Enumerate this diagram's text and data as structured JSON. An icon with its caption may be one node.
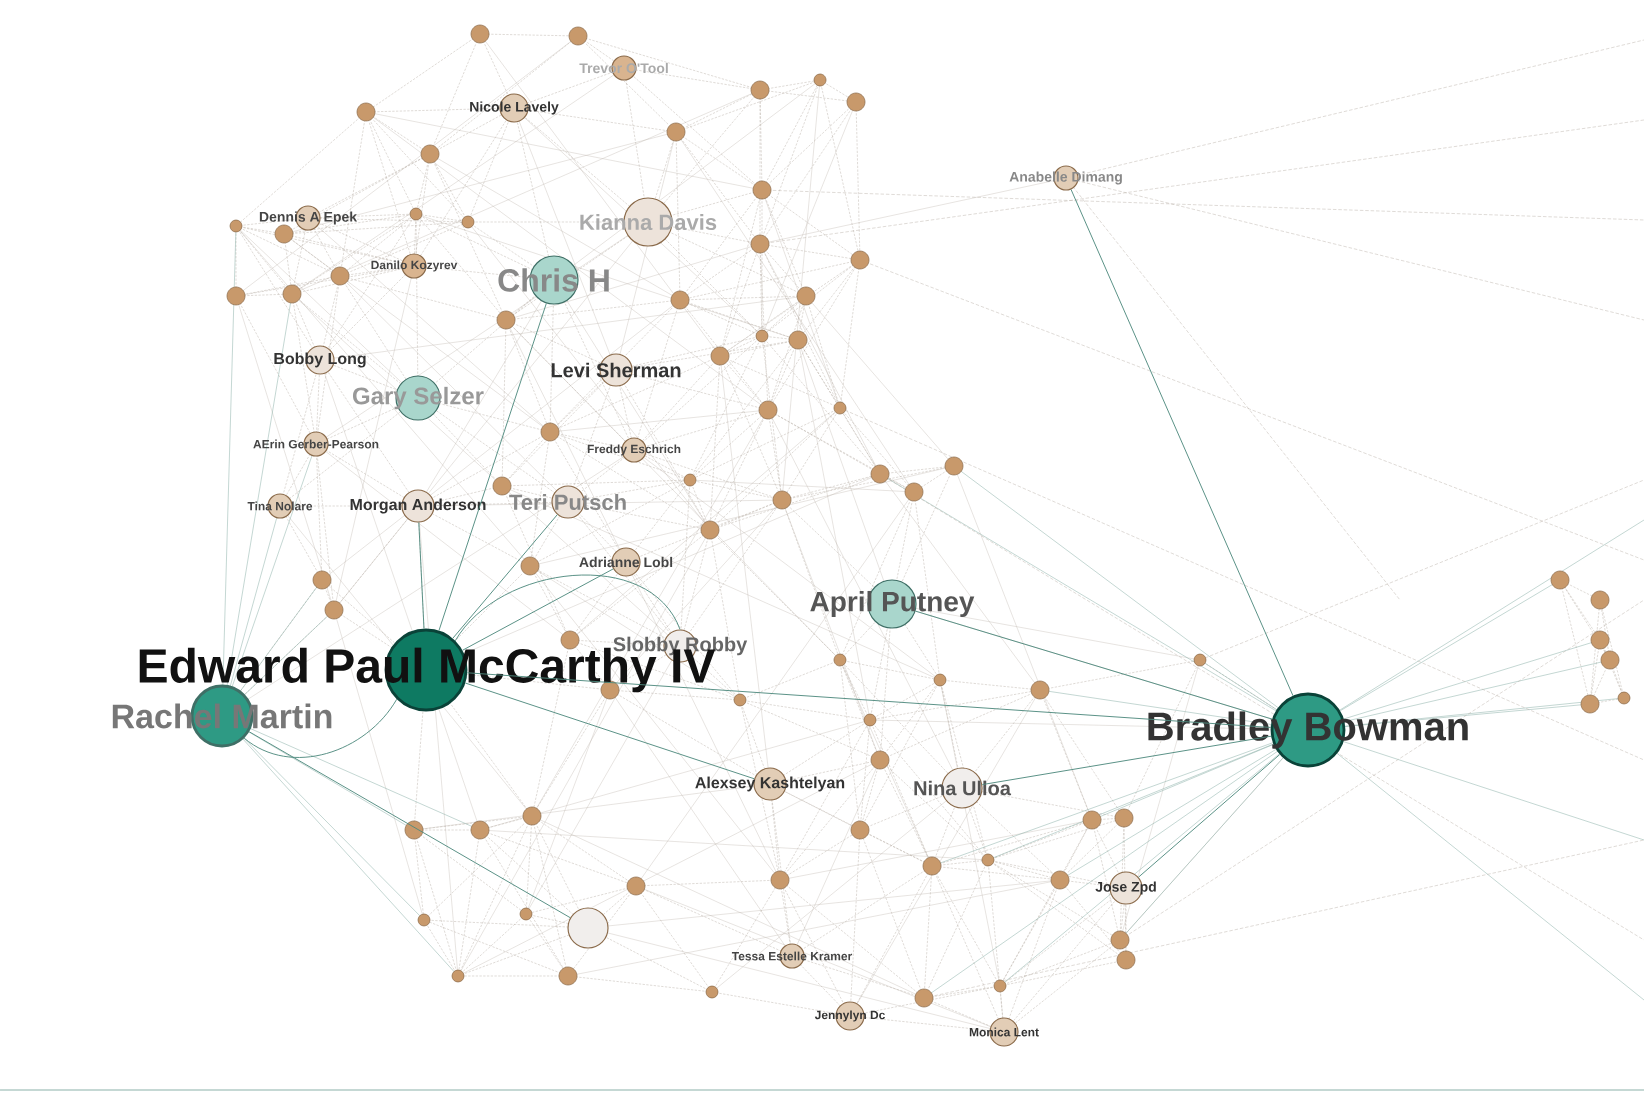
{
  "diagram": {
    "nodes": [
      {
        "text": [
          "Trevor O'Tool"
        ]
      },
      {
        "text": [
          "Nicole Lavely"
        ]
      },
      {
        "text": [
          "Dennis A Epek"
        ]
      },
      {
        "text": [
          "Chris H"
        ]
      },
      {
        "text": [
          "Danilo Kozyrev"
        ]
      },
      {
        "text": [
          "Anabelle Dimang"
        ]
      },
      {
        "text": [
          "Bobby Long"
        ]
      },
      {
        "text": [
          "Levi Sherman"
        ]
      },
      {
        "text": [
          "Gary Selzer"
        ]
      },
      {
        "text": [
          "AErin Gerber-Pearson"
        ]
      },
      {
        "text": [
          "Freddy Eschrich"
        ]
      },
      {
        "text": [
          "Tina Nolare"
        ]
      },
      {
        "text": [
          "Morgan Anderson"
        ]
      },
      {
        "text": [
          "Teri Putsch"
        ]
      },
      {
        "text": [
          "Adrianne Lobl"
        ]
      },
      {
        "text": [
          "April Putney"
        ]
      },
      {
        "text": [
          "Slobby Robby"
        ]
      },
      {
        "text": [
          "Edward Paul McCarthy IV"
        ]
      },
      {
        "text": [
          "Rachel Martin"
        ]
      },
      {
        "text": [
          "Bradley Bowman"
        ]
      },
      {
        "text": [
          "Alexsey Kashtelyan"
        ]
      },
      {
        "text": [
          "Nina Ulloa"
        ]
      },
      {
        "text": [],
        "shape": "circle"
      },
      {
        "text": [
          "Tessa Estelle Kramer"
        ]
      },
      {
        "text": [
          "Jennylyn Dc"
        ]
      },
      {
        "text": [
          "Monica Lent"
        ]
      },
      {
        "text": [
          "Jose Zpd"
        ]
      },
      {
        "text": [
          "Kianna Davis"
        ]
      }
    ],
    "edges": [
      {
        "from": 17,
        "to": 3,
        "arrow": "none",
        "color": "#4f8a7e"
      },
      {
        "from": 17,
        "to": 12,
        "arrow": "none",
        "color": "#4f8a7e"
      },
      {
        "from": 17,
        "to": 13,
        "arrow": "none",
        "color": "#4f8a7e"
      },
      {
        "from": 17,
        "to": 14,
        "arrow": "none",
        "color": "#4f8a7e"
      },
      {
        "from": 17,
        "to": 16,
        "arrow": "none",
        "color": "#4f8a7e"
      },
      {
        "from": 17,
        "to": 18,
        "arrow": "none",
        "color": "#4f8a7e"
      },
      {
        "from": 17,
        "to": 19,
        "arrow": "none",
        "color": "#4f8a7e"
      },
      {
        "from": 17,
        "to": 20,
        "arrow": "none",
        "color": "#4f8a7e"
      },
      {
        "from": 19,
        "to": 15,
        "arrow": "none",
        "color": "#4f8a7e"
      },
      {
        "from": 19,
        "to": 21,
        "arrow": "none",
        "color": "#4f8a7e"
      },
      {
        "from": 19,
        "to": 26,
        "arrow": "none",
        "color": "#4f8a7e"
      },
      {
        "from": 19,
        "to": 5,
        "arrow": "none",
        "color": "#4f8a7e"
      },
      {
        "from": 18,
        "to": 22,
        "arrow": "none",
        "color": "#4f8a7e"
      }
    ]
  }
}
